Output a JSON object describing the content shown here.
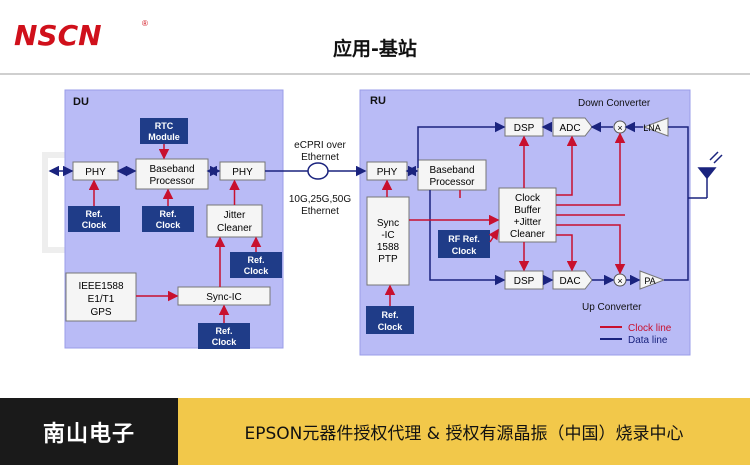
{
  "brand": {
    "logo_text": "NSCN",
    "registered_mark": "®"
  },
  "page_title": "应用-基站",
  "du": {
    "label": "DU",
    "phy_left": "PHY",
    "rtc": [
      "RTC",
      "Module"
    ],
    "baseband": [
      "Baseband",
      "Processor"
    ],
    "phy_right": "PHY",
    "ref_clock_1": [
      "Ref.",
      "Clock"
    ],
    "ref_clock_2": [
      "Ref.",
      "Clock"
    ],
    "jitter_cleaner": [
      "Jitter",
      "Cleaner"
    ],
    "ref_clock_3": [
      "Ref.",
      "Clock"
    ],
    "ieee": [
      "IEEE1588",
      "E1/T1",
      "GPS"
    ],
    "sync_ic": "Sync-IC",
    "ref_clock_4": [
      "Ref.",
      "Clock"
    ]
  },
  "link": {
    "top": [
      "eCPRI over",
      "Ethernet"
    ],
    "bottom": [
      "10G,25G,50G",
      "Ethernet"
    ]
  },
  "ru": {
    "label": "RU",
    "down_converter": "Down Converter",
    "up_converter": "Up Converter",
    "phy": "PHY",
    "baseband": [
      "Baseband",
      "Processor"
    ],
    "dsp_top": "DSP",
    "adc": "ADC",
    "lna": "LNA",
    "sync_ic_ptp": [
      "Sync",
      "-IC",
      "1588",
      "PTP"
    ],
    "clock_buffer": [
      "Clock",
      "Buffer",
      "+Jitter",
      "Cleaner"
    ],
    "rf_ref_clock": [
      "RF Ref.",
      "Clock"
    ],
    "dsp_bottom": "DSP",
    "dac": "DAC",
    "pa": "PA",
    "ref_clock": [
      "Ref.",
      "Clock"
    ],
    "legend_clock": "Clock line",
    "legend_data": "Data line"
  },
  "colors": {
    "panel": "#b9bbf6",
    "clock_line": "#c8102e",
    "data_line": "#1a237e",
    "ref_box": "#1f3c88",
    "logo_red": "#d0101b"
  },
  "footer": {
    "company": "南山电子",
    "tagline": "EPSON元器件授权代理 & 授权有源晶振（中国）烧录中心"
  }
}
